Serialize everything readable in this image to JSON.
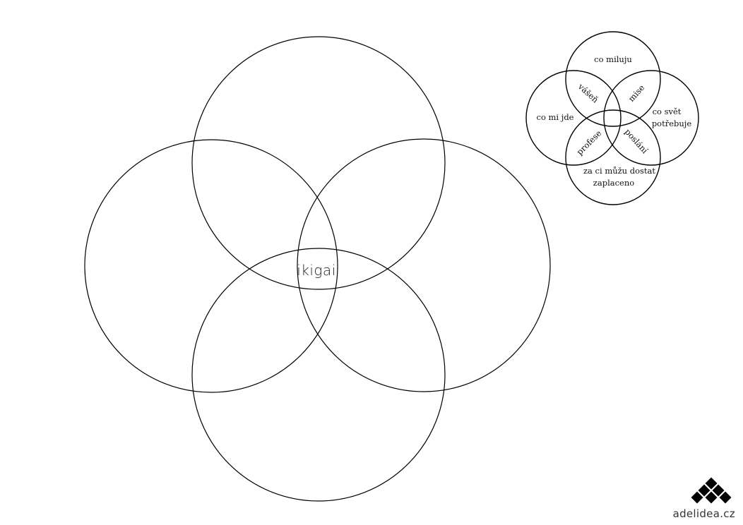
{
  "diagram": {
    "center_label": "ikigai",
    "legend": {
      "labels": {
        "top": "co miluju",
        "left": "co mi jde",
        "right_line1": "co svět",
        "right_line2": "potřebuje",
        "bottom_line1": "za ci můžu dostat",
        "bottom_line2": "zaplaceno",
        "top_left_overlap": "vášeň",
        "top_right_overlap": "mise",
        "bottom_left_overlap": "profese",
        "bottom_right_overlap": "poslání"
      }
    }
  },
  "brand": {
    "text": "adelidea.cz",
    "logo_color": "#000000"
  },
  "colors": {
    "stroke": "#000000",
    "background": "#ffffff"
  }
}
